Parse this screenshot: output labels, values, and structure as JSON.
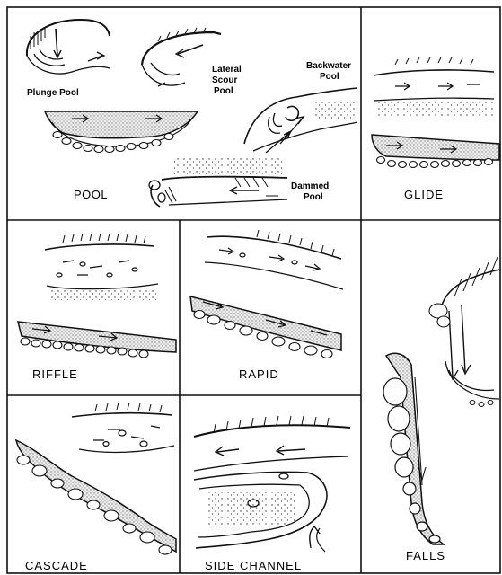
{
  "panels": {
    "pool": {
      "title": "POOL",
      "sublabels": {
        "plunge": "Plunge Pool",
        "lateral_1": "Lateral",
        "lateral_2": "Scour",
        "lateral_3": "Pool",
        "backwater_1": "Backwater",
        "backwater_2": "Pool",
        "dammed_1": "Dammed",
        "dammed_2": "Pool"
      }
    },
    "glide": {
      "title": "GLIDE"
    },
    "riffle": {
      "title": "RIFFLE"
    },
    "rapid": {
      "title": "RAPID"
    },
    "cascade": {
      "title": "CASCADE"
    },
    "side_channel": {
      "title": "SIDE CHANNEL"
    },
    "falls": {
      "title": "FALLS"
    }
  },
  "colors": {
    "ink": "#111111",
    "water_stipple": "#bdbdbd",
    "background": "#ffffff"
  }
}
